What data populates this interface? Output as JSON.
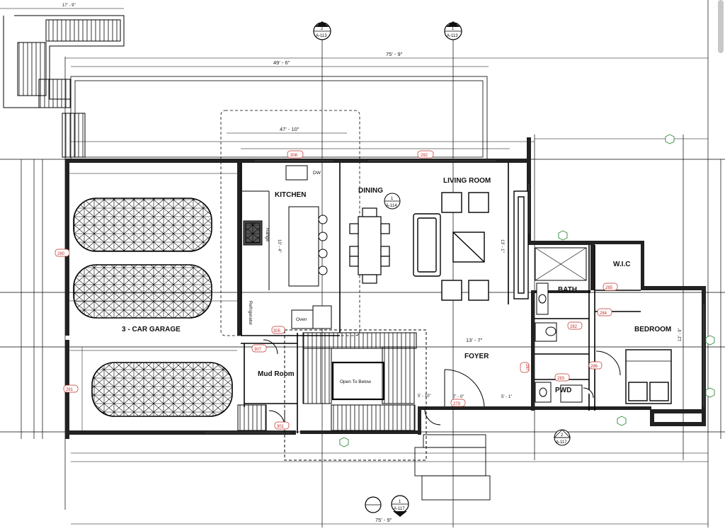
{
  "rooms": {
    "kitchen": "KITCHEN",
    "dining": "DINING",
    "living_room": "LIVING ROOM",
    "garage": "3 - CAR GARAGE",
    "mud_room": "Mud Room",
    "foyer": "FOYER",
    "bath": "BATH",
    "wic": "W.I.C",
    "bedroom": "BEDROOM",
    "pwd": "PWD"
  },
  "labels": {
    "open_to_below": "Open To Below",
    "oven": "Oven",
    "range": "Range",
    "dw": "DW",
    "refrigerator": "Refrigerator"
  },
  "dimensions": {
    "overall_top": "75' - 9\"",
    "overall_bottom": "75' - 9\"",
    "upper": "49' - 6\"",
    "middle": "47' - 10\"",
    "stair_top": "17' - 9\"",
    "kitchen_island": "10' - 4\"",
    "foyer_width": "13' - 7\"",
    "foyer_door": "7' - 0\"",
    "foyer_side": "5' - 1\"",
    "stair_landing": "5' - 10\"",
    "bedroom_depth": "12' - 9\"",
    "living_depth": "13' - 1\""
  },
  "room_tags": {
    "t308": "308",
    "t292": "292",
    "t280": "280",
    "t281": "281",
    "t307": "307",
    "t305": "305",
    "t301": "301",
    "t279": "279",
    "t285": "285",
    "t284": "284",
    "t282": "282",
    "t283": "283",
    "t286": "286",
    "t287": "287"
  },
  "section_markers": {
    "top_left_num": "2",
    "top_left_sheet": "A-113",
    "top_right_num": "1",
    "top_right_sheet": "A-113",
    "dining_num": "1",
    "dining_sheet": "A-114",
    "bottom_right_num": "2",
    "bottom_right_sheet": "A-117",
    "bottom_num": "1",
    "bottom_sheet": "A-117"
  }
}
